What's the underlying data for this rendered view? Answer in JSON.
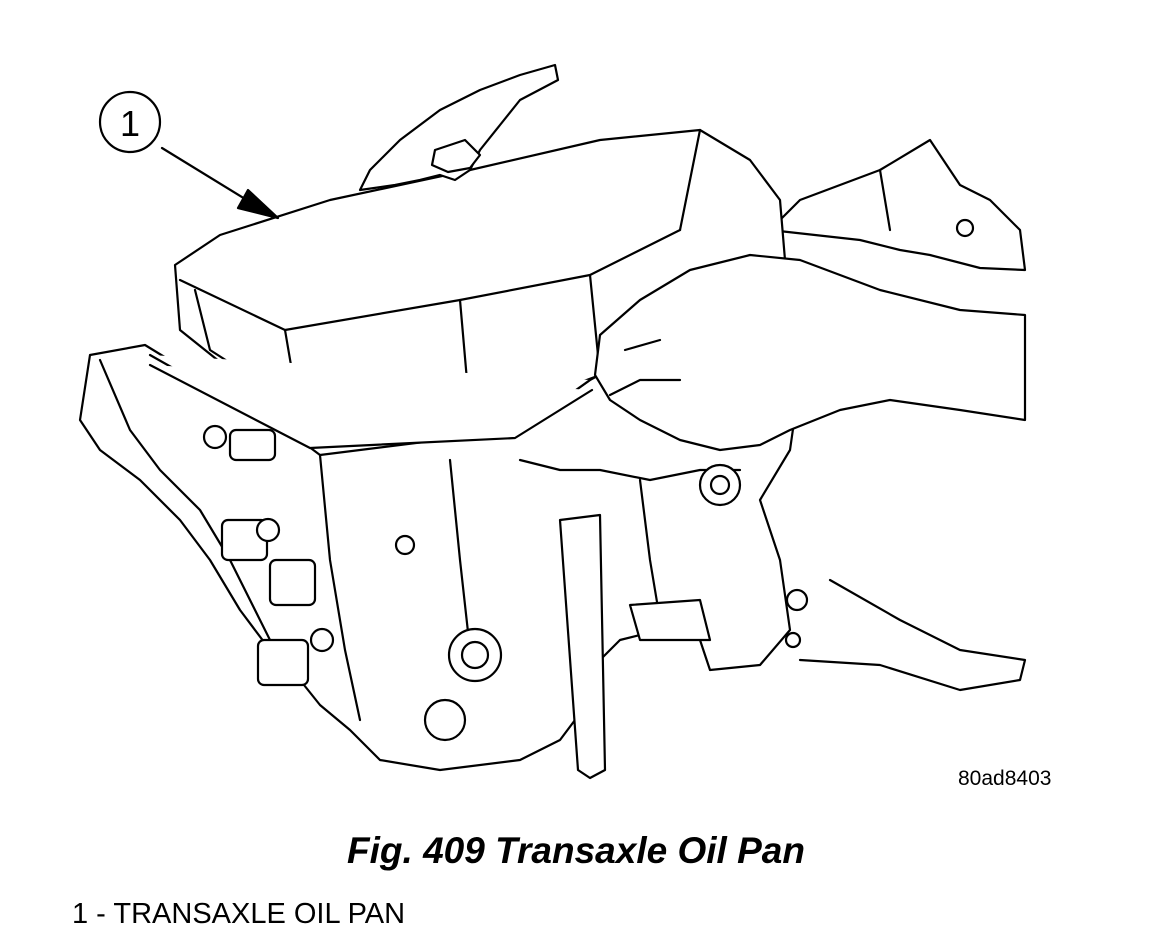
{
  "callout": {
    "number": "1"
  },
  "image_code": "80ad8403",
  "figure_title": "Fig. 409 Transaxle Oil Pan",
  "legend_items": [
    {
      "text": "1 - TRANSAXLE OIL PAN"
    }
  ],
  "colors": {
    "line": "#000000",
    "background": "#ffffff"
  }
}
